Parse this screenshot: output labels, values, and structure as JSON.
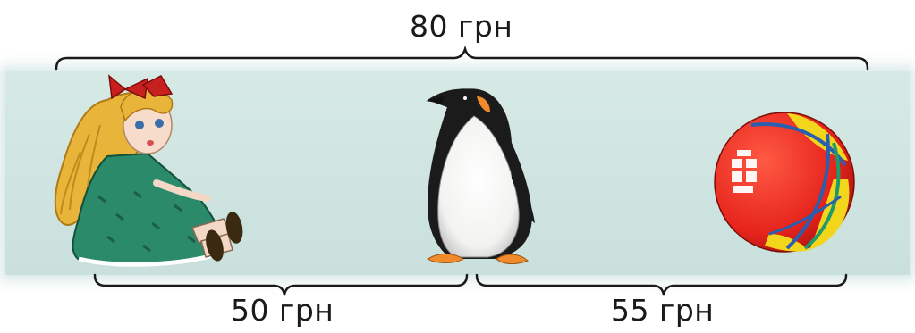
{
  "labels": {
    "total": "80 грн",
    "doll_and_penguin": "50 грн",
    "penguin_and_ball": "55 грн"
  },
  "colors": {
    "band": "#cfe4e0",
    "brace": "#1a1a1a",
    "dress": "#2a8a6a",
    "hair": "#e8b53a",
    "bow": "#c8201e",
    "ball_red": "#e5231b",
    "ball_yellow": "#f2d61c",
    "ball_blue": "#2a5fb0",
    "penguin_black": "#1b1b1b",
    "penguin_orange": "#f08a2a"
  },
  "items": [
    {
      "name": "doll"
    },
    {
      "name": "penguin"
    },
    {
      "name": "ball"
    }
  ]
}
